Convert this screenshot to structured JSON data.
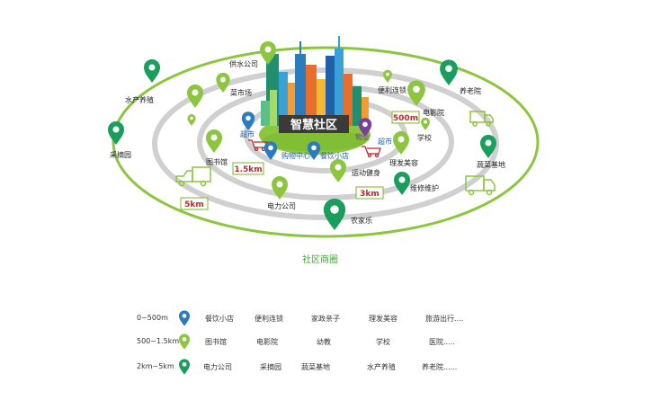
{
  "center": {
    "label": "智慧社区"
  },
  "title": "社区商圈",
  "colors": {
    "ring_outer": "#8cc63f",
    "ring_inner": "#c9c9c9",
    "pin_blue": "#2b7bbf",
    "pin_lime": "#8cc63f",
    "pin_green": "#1a9e5c",
    "text_blue": "#2060a8",
    "distance_red": "#c0282f"
  },
  "map_labels": {
    "gongshui": "供水公司",
    "shuichan": "水产养殖",
    "caishichang": "菜市场",
    "bianli": "便利连锁",
    "yanglaoyuan": "养老院",
    "chaoshi_left": "超市",
    "chaoshi_right": "超市",
    "wuye": "物业",
    "dianyingyuan": "电影院",
    "xuexiao": "学校",
    "caizhaiyuan": "采摘园",
    "tushuguan": "图书馆",
    "gouwuzhongxin": "购物中心",
    "canyin": "餐饮小店",
    "lifa": "理发美容",
    "shucai": "蔬菜基地",
    "yundong": "运动健身",
    "weixiu": "维修维护",
    "dianli": "电力公司",
    "nongjiale": "农家乐"
  },
  "distance_tags": {
    "d500": "500m",
    "d1500": "1.5km",
    "d3000": "3km",
    "d5000": "5km"
  },
  "legend": [
    {
      "range": "0~500m",
      "pin": "blue",
      "items": [
        "餐饮小店",
        "便利连锁",
        "家政亲子",
        "理发美容",
        "旅游出行...."
      ]
    },
    {
      "range": "500~1.5km",
      "pin": "lime",
      "items": [
        "图书馆",
        "电影院",
        "幼教",
        "学校",
        "医院....."
      ]
    },
    {
      "range": "2km~5km",
      "pin": "green",
      "items": [
        "电力公司",
        "采摘园",
        "蔬菜基地",
        "水产养殖",
        "养老院......"
      ]
    }
  ]
}
